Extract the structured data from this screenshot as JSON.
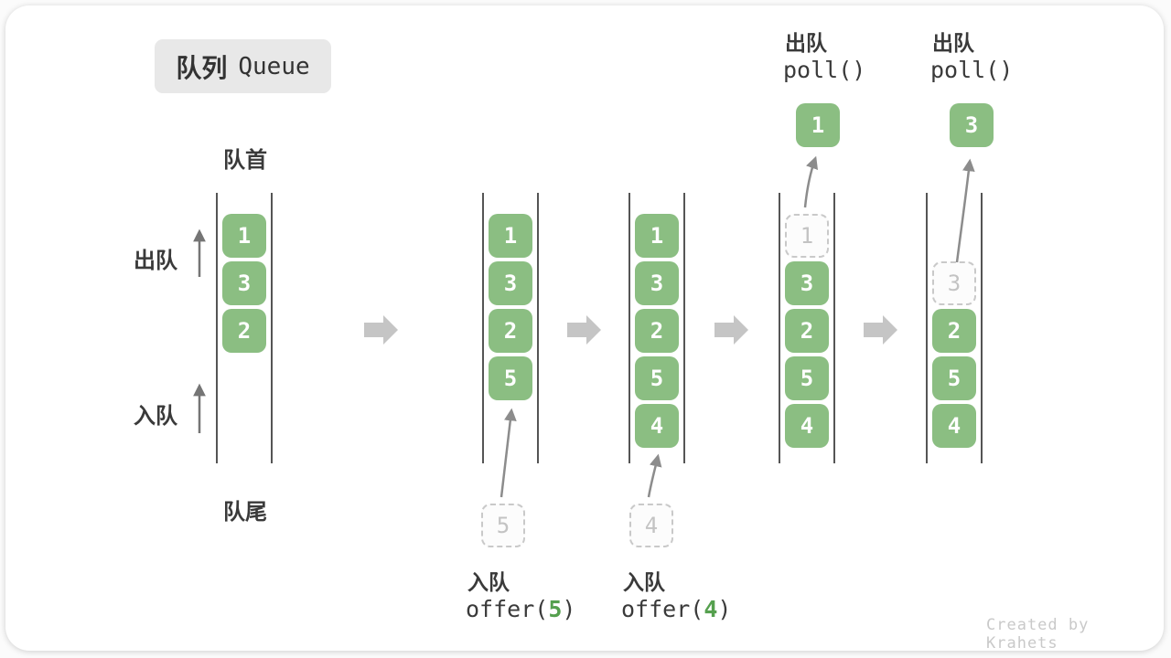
{
  "title": {
    "zh": "队列",
    "en": "Queue"
  },
  "side_labels": {
    "front": "队首",
    "rear": "队尾",
    "dequeue": "出队",
    "enqueue": "入队"
  },
  "colors": {
    "box_green": "#8bbe82",
    "accent_green": "#55a04e",
    "step_arrow_gray": "#c5c5c5",
    "wall_gray": "#555555",
    "ghost_gray": "#c9c9c9",
    "text_dark": "#3a3a3a"
  },
  "states": [
    {
      "cells": [
        {
          "v": "1"
        },
        {
          "v": "3"
        },
        {
          "v": "2"
        }
      ]
    },
    {
      "cells": [
        {
          "v": "1"
        },
        {
          "v": "3"
        },
        {
          "v": "2"
        },
        {
          "v": "5"
        }
      ],
      "incoming": {
        "v": "5"
      }
    },
    {
      "cells": [
        {
          "v": "1"
        },
        {
          "v": "3"
        },
        {
          "v": "2"
        },
        {
          "v": "5"
        },
        {
          "v": "4"
        }
      ],
      "incoming": {
        "v": "4"
      }
    },
    {
      "cells": [
        {
          "v": "1",
          "ghost": true
        },
        {
          "v": "3"
        },
        {
          "v": "2"
        },
        {
          "v": "5"
        },
        {
          "v": "4"
        }
      ],
      "outgoing": {
        "v": "1"
      }
    },
    {
      "cells": [
        {
          "v": "3",
          "ghost": true
        },
        {
          "v": "2"
        },
        {
          "v": "5"
        },
        {
          "v": "4"
        }
      ],
      "outgoing": {
        "v": "3"
      }
    }
  ],
  "operations": {
    "enqueue5": {
      "label": "入队",
      "code_pre": "offer(",
      "arg": "5",
      "code_post": ")"
    },
    "enqueue4": {
      "label": "入队",
      "code_pre": "offer(",
      "arg": "4",
      "code_post": ")"
    },
    "dequeue1": {
      "label": "出队",
      "code": "poll()"
    },
    "dequeue2": {
      "label": "出队",
      "code": "poll()"
    }
  },
  "watermark": "Created by Krahets"
}
